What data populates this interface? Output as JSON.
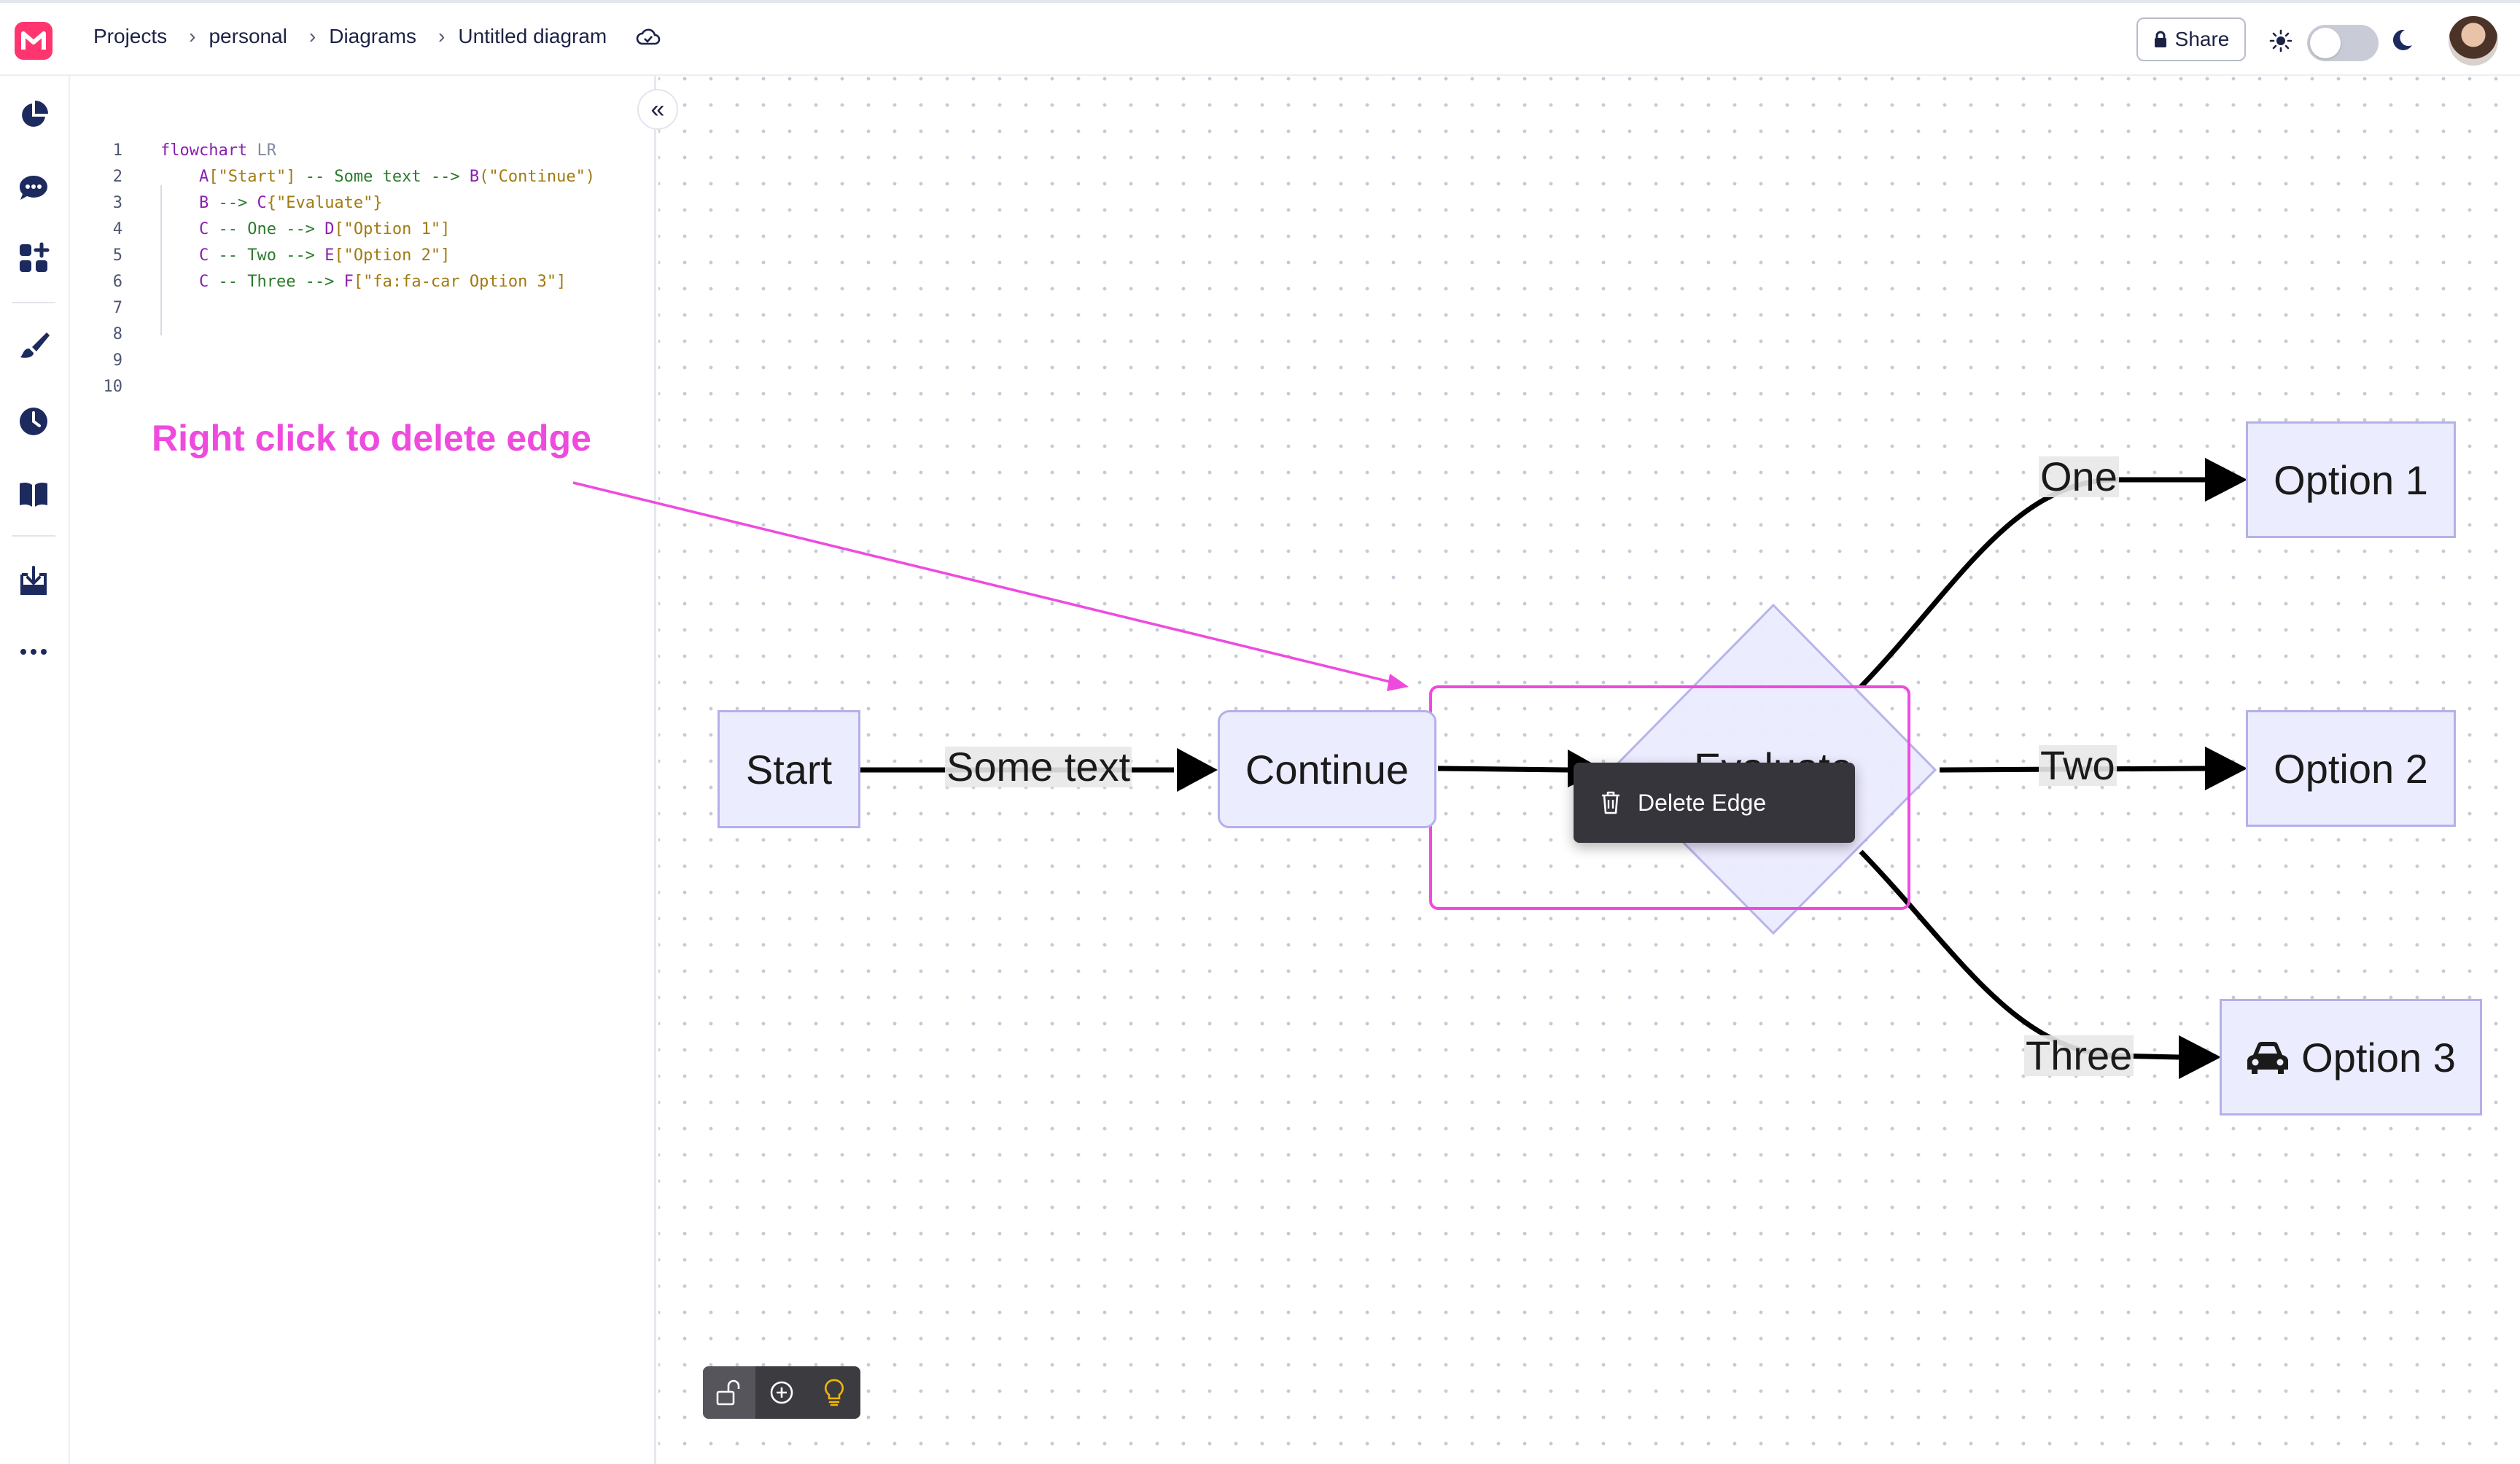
{
  "topbar": {
    "breadcrumb": [
      "Projects",
      "personal",
      "Diagrams",
      "Untitled diagram"
    ],
    "separator": "›",
    "share_label": "Share"
  },
  "editor": {
    "collapse_glyph": "«",
    "lines": [
      {
        "n": "1",
        "parts": [
          [
            "kw",
            "flowchart"
          ],
          [
            "plain",
            " "
          ],
          [
            "dir",
            "LR"
          ]
        ]
      },
      {
        "n": "2",
        "parts": [
          [
            "plain",
            "    "
          ],
          [
            "id",
            "A"
          ],
          [
            "str",
            "[\"Start\"]"
          ],
          [
            "op",
            " -- Some text --> "
          ],
          [
            "id",
            "B"
          ],
          [
            "str",
            "(\"Continue\")"
          ]
        ]
      },
      {
        "n": "3",
        "parts": [
          [
            "plain",
            "    "
          ],
          [
            "id",
            "B"
          ],
          [
            "op",
            " --> "
          ],
          [
            "id",
            "C"
          ],
          [
            "str",
            "{\"Evaluate\"}"
          ]
        ]
      },
      {
        "n": "4",
        "parts": [
          [
            "plain",
            "    "
          ],
          [
            "id",
            "C"
          ],
          [
            "op",
            " -- One --> "
          ],
          [
            "id",
            "D"
          ],
          [
            "str",
            "[\"Option 1\"]"
          ]
        ]
      },
      {
        "n": "5",
        "parts": [
          [
            "plain",
            "    "
          ],
          [
            "id",
            "C"
          ],
          [
            "op",
            " -- Two --> "
          ],
          [
            "id",
            "E"
          ],
          [
            "str",
            "[\"Option 2\"]"
          ]
        ]
      },
      {
        "n": "6",
        "parts": [
          [
            "plain",
            "    "
          ],
          [
            "id",
            "C"
          ],
          [
            "op",
            " -- Three --> "
          ],
          [
            "id",
            "F"
          ],
          [
            "str",
            "[\"fa:fa-car Option 3\"]"
          ]
        ]
      },
      {
        "n": "7",
        "parts": []
      },
      {
        "n": "8",
        "parts": []
      },
      {
        "n": "9",
        "parts": []
      },
      {
        "n": "10",
        "parts": []
      }
    ]
  },
  "annotation": "Right click to delete edge",
  "diagram": {
    "nodes": {
      "start": "Start",
      "continue": "Continue",
      "evaluate": "Evaluate",
      "option1": "Option 1",
      "option2": "Option 2",
      "option3": "Option 3"
    },
    "edge_labels": {
      "some_text": "Some text",
      "one": "One",
      "two": "Two",
      "three": "Three"
    }
  },
  "context_menu": {
    "delete_edge": "Delete Edge"
  },
  "colors": {
    "accent": "#ee4bde",
    "node_fill": "#ececff",
    "node_border": "#b4b0ea",
    "logo": "#ff3570",
    "rail_icon": "#1c2a5e"
  }
}
